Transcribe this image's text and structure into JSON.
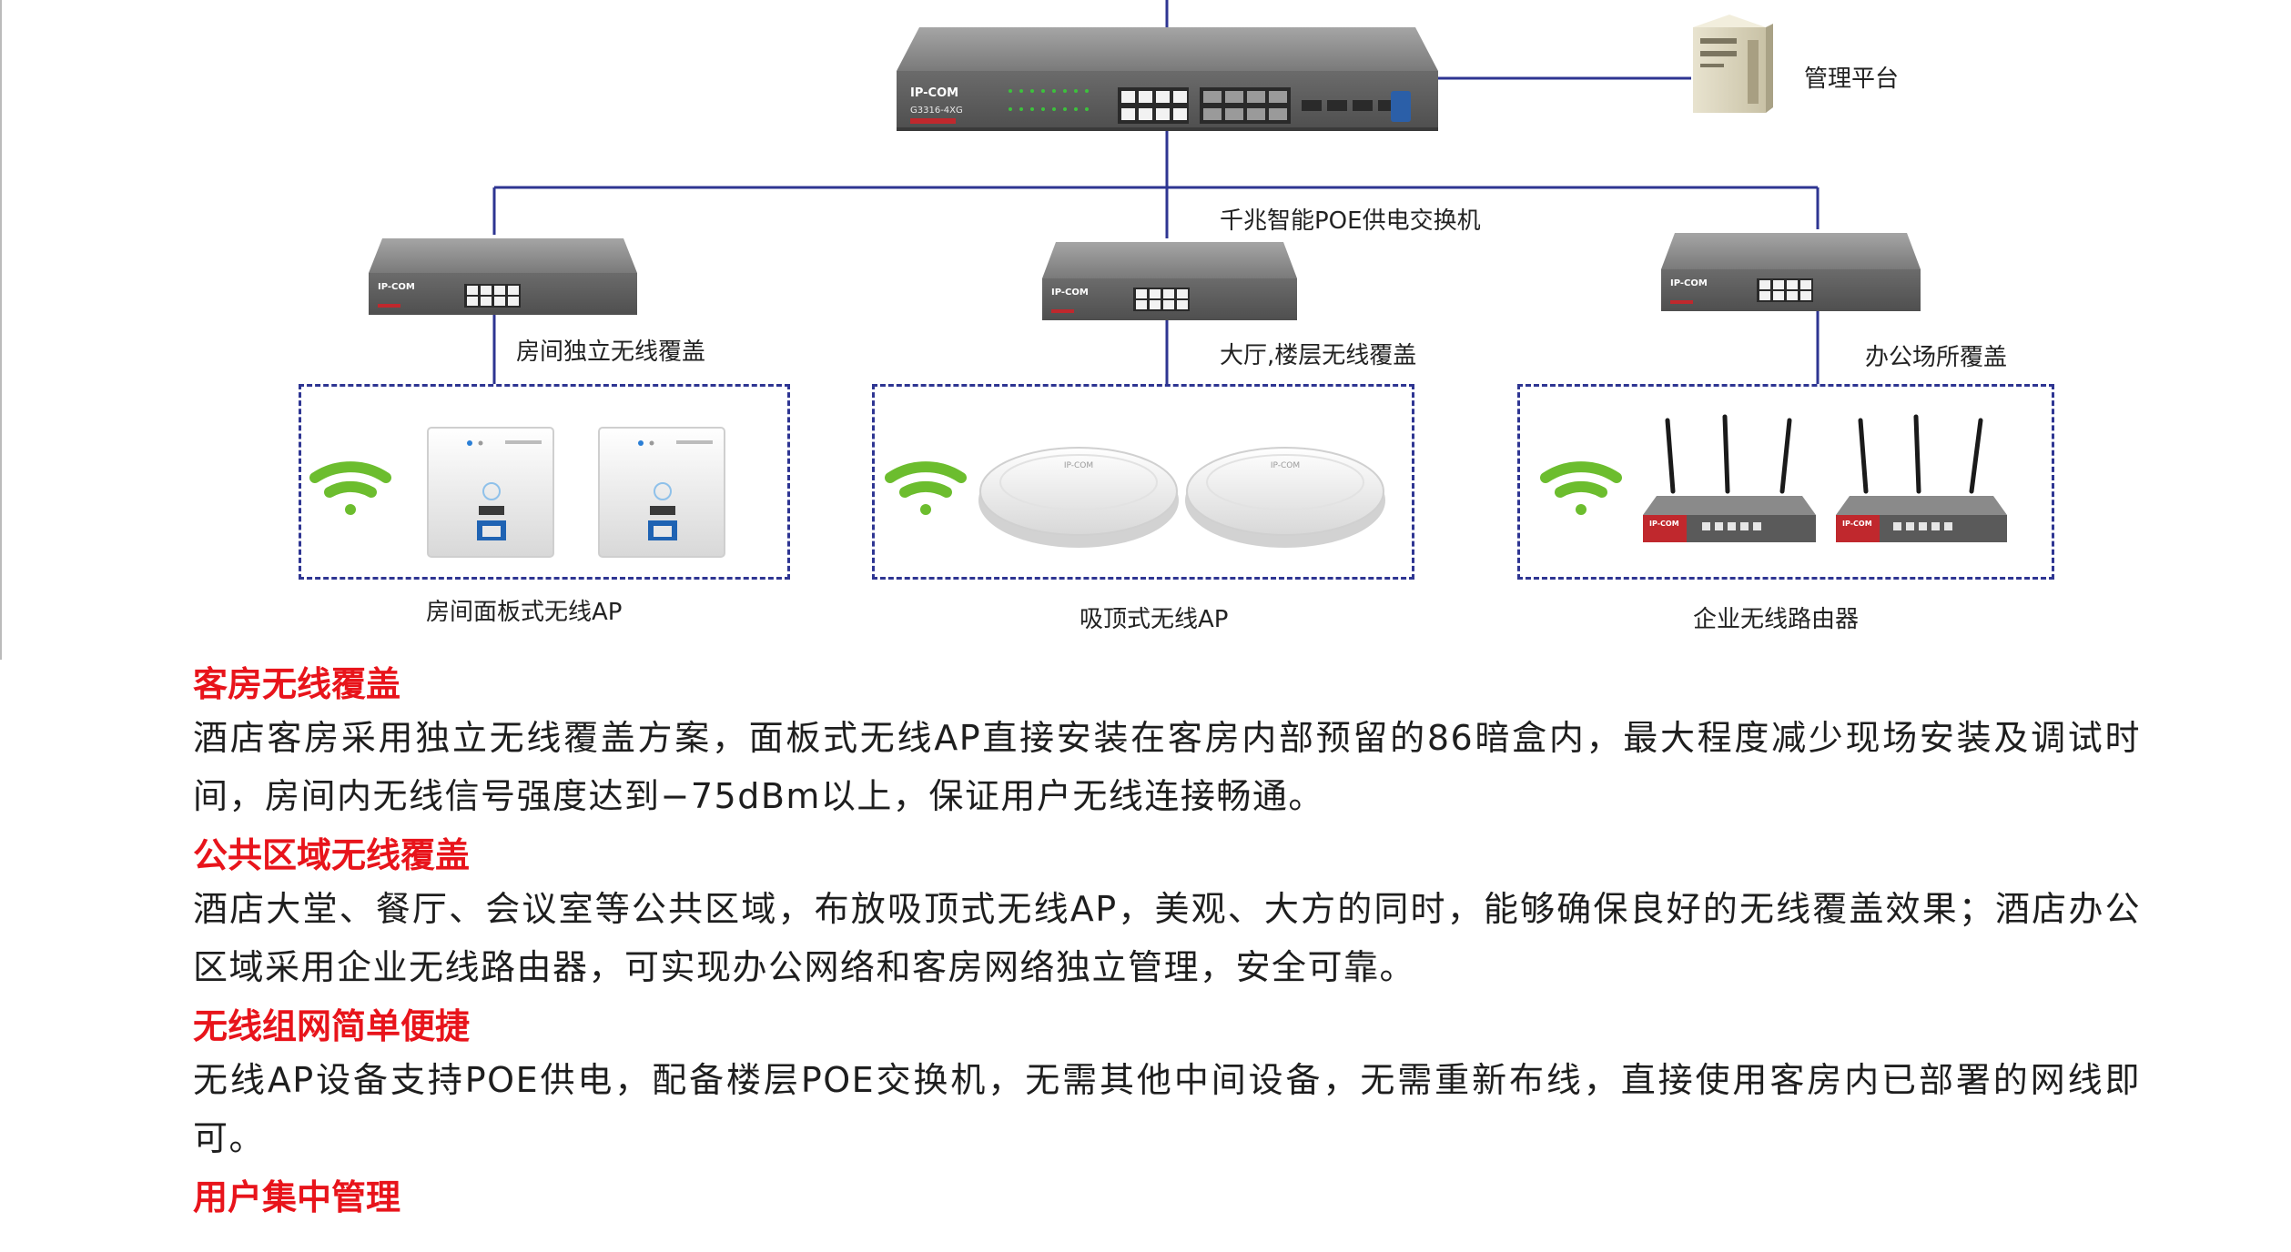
{
  "diagram": {
    "management_label": "管理平台",
    "core_switch_label": "千兆智能POE供电交换机",
    "core_switch_brand": "IP-COM",
    "core_switch_model": "G3316-4XG",
    "branches": [
      {
        "switch_label": "房间独立无线覆盖",
        "group_label": "房间面板式无线AP",
        "switch_brand": "IP-COM"
      },
      {
        "switch_label": "大厅,楼层无线覆盖",
        "group_label": "吸顶式无线AP",
        "switch_brand": "IP-COM"
      },
      {
        "switch_label": "办公场所覆盖",
        "group_label": "企业无线路由器",
        "switch_brand": "IP-COM"
      }
    ],
    "ceiling_ap_brand": "IP-COM",
    "router_brand": "IP-COM",
    "colors": {
      "link": "#2e3592",
      "wifi": "#6cbd2e",
      "heading": "#e8141b"
    }
  },
  "sections": [
    {
      "heading": "客房无线覆盖",
      "body": "酒店客房采用独立无线覆盖方案，面板式无线AP直接安装在客房内部预留的86暗盒内，最大程度减少现场安装及调试时间，房间内无线信号强度达到−75dBm以上，保证用户无线连接畅通。"
    },
    {
      "heading": "公共区域无线覆盖",
      "body": "酒店大堂、餐厅、会议室等公共区域，布放吸顶式无线AP，美观、大方的同时，能够确保良好的无线覆盖效果；酒店办公区域采用企业无线路由器，可实现办公网络和客房网络独立管理，安全可靠。"
    },
    {
      "heading": "无线组网简单便捷",
      "body": "无线AP设备支持POE供电，配备楼层POE交换机，无需其他中间设备，无需重新布线，直接使用客房内已部署的网线即可。"
    },
    {
      "heading": "用户集中管理",
      "body": ""
    }
  ]
}
